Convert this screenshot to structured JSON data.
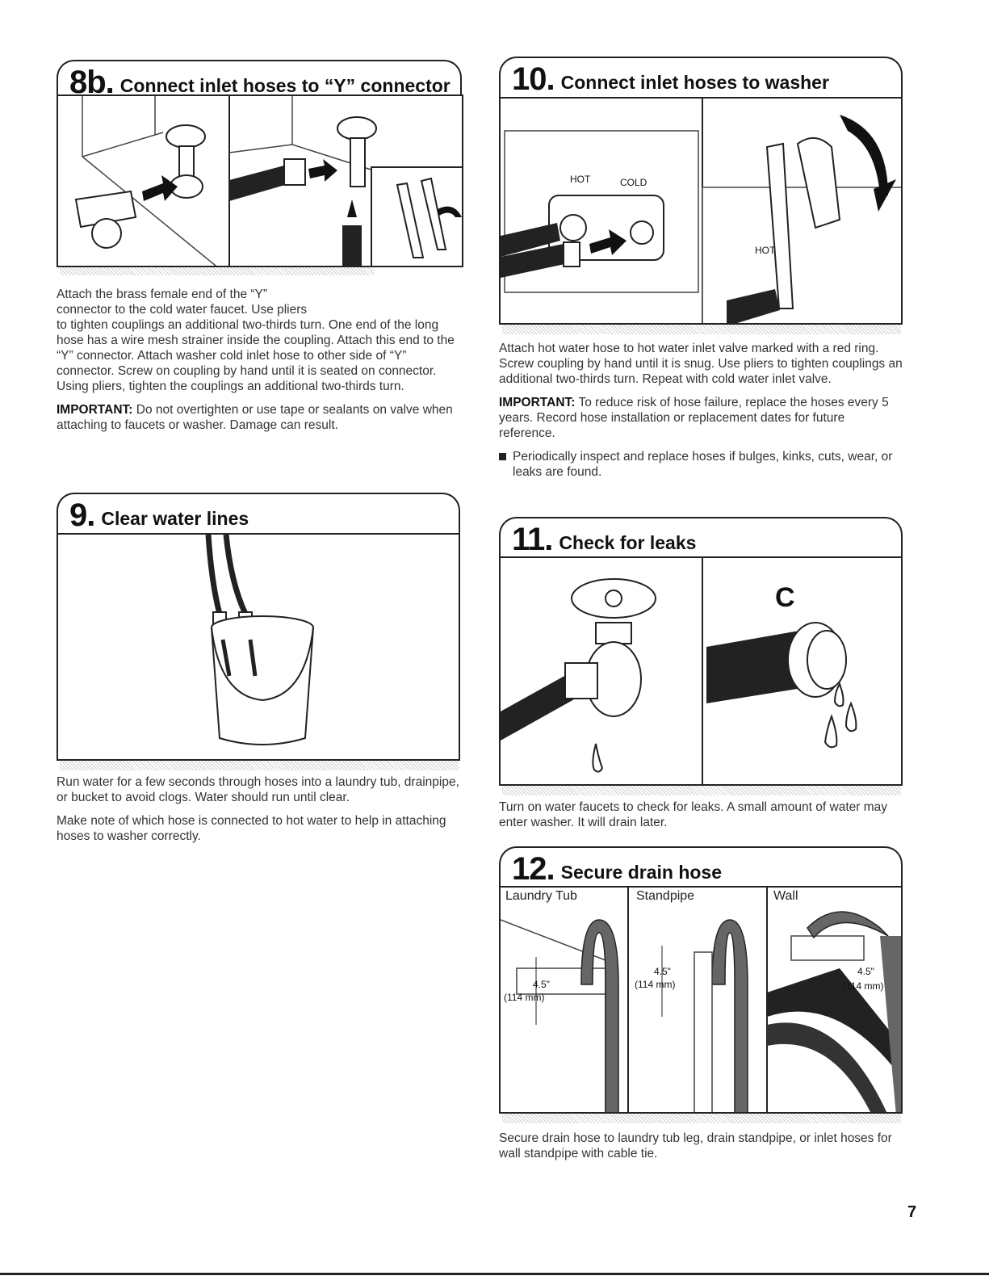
{
  "steps": {
    "s8b": {
      "number": "8b.",
      "title": "Connect inlet hoses to “Y” connector",
      "paragraph1_line1": "Attach the brass female end of the “Y”",
      "paragraph1_line2": "connector to the cold water faucet. Use pliers",
      "paragraph1_rest": "to tighten couplings an additional two-thirds turn. One end of the long hose has a wire mesh strainer inside the coupling. Attach this end to the “Y” connector. Attach washer cold inlet hose to other side of “Y” connector. Screw on coupling by hand until it is seated on connector. Using pliers, tighten the couplings an additional two-thirds turn.",
      "important_label": "IMPORTANT:",
      "important_text": " Do not overtighten or use tape or sealants on valve when attaching to faucets or washer. Damage can result."
    },
    "s9": {
      "number": "9.",
      "title": "Clear water lines",
      "paragraph1": "Run water for a few seconds through hoses into a laundry tub, drainpipe, or bucket to avoid clogs. Water should run until clear.",
      "paragraph2": "Make note of which hose is connected to hot water to help in attaching hoses to washer correctly."
    },
    "s10": {
      "number": "10.",
      "title": "Connect inlet hoses to washer",
      "label_hot": "HOT",
      "label_cold": "COLD",
      "label_hot_valve": "HOT",
      "paragraph1": "Attach hot water hose to hot water inlet valve marked with a red ring. Screw coupling by hand until it is snug. Use pliers to tighten couplings an additional two-thirds turn. Repeat with cold water inlet valve.",
      "important_label": "IMPORTANT:",
      "important_text": " To reduce risk of hose failure, replace the hoses every 5 years. Record hose installation or replacement dates for future reference.",
      "bullet": "Periodically inspect and replace hoses if bulges, kinks, cuts, wear, or leaks are found."
    },
    "s11": {
      "number": "11.",
      "title": "Check for leaks",
      "label_c": "C",
      "paragraph1": "Turn on water faucets to check for leaks. A small amount of water may enter washer. It will drain later."
    },
    "s12": {
      "number": "12.",
      "title": "Secure drain hose",
      "panel_laundry_tub": "Laundry Tub",
      "panel_standpipe": "Standpipe",
      "panel_wall": "Wall",
      "dim_inches": "4.5\"",
      "dim_mm": "(114 mm)",
      "paragraph1": "Secure drain hose to laundry tub leg, drain standpipe, or inlet hoses for wall standpipe with cable tie."
    }
  },
  "page_number": "7"
}
